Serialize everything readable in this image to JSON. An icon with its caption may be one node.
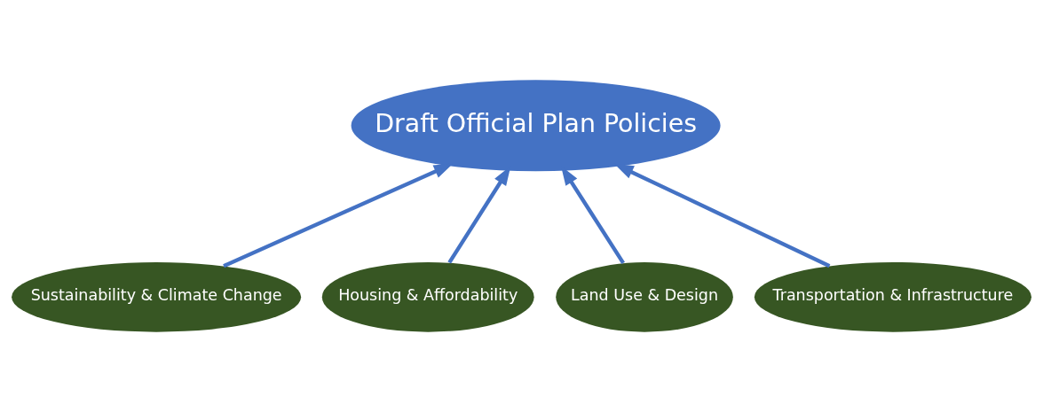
{
  "diagram": {
    "nodes": [
      {
        "text": [
          "Draft Official Plan Policies"
        ]
      },
      {
        "text": [
          "Sustainability & Climate Change"
        ]
      },
      {
        "text": [
          "Housing & Affordability"
        ]
      },
      {
        "text": [
          "Land Use & Design"
        ]
      },
      {
        "text": [
          "Transportation & Infrastructure"
        ]
      }
    ],
    "edges": [
      {
        "from": 1,
        "to": 0,
        "arrow": "to"
      },
      {
        "from": 2,
        "to": 0,
        "arrow": "to"
      },
      {
        "from": 3,
        "to": 0,
        "arrow": "to"
      },
      {
        "from": 4,
        "to": 0,
        "arrow": "to"
      }
    ]
  }
}
